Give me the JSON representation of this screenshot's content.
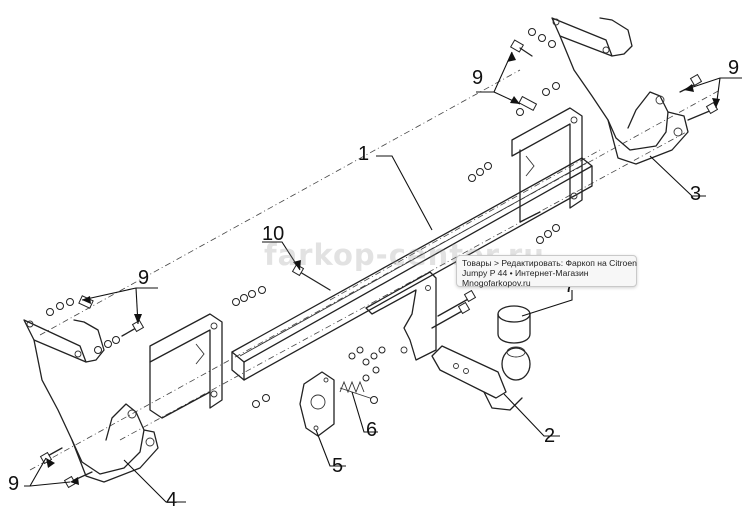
{
  "callouts": {
    "c1": "1",
    "c2": "2",
    "c3": "3",
    "c4": "4",
    "c5": "5",
    "c6": "6",
    "c7": "7",
    "c9a": "9",
    "c9b": "9",
    "c9c": "9",
    "c9d": "9",
    "c10": "10"
  },
  "watermark": "farkop-center.ru",
  "tooltip": {
    "line1": "Товары > Редактировать: Фаркоп на Citroen",
    "line2": "Jumpy P 44 • Интернет-Магазин",
    "line3": "Mnogofarkopov.ru"
  }
}
